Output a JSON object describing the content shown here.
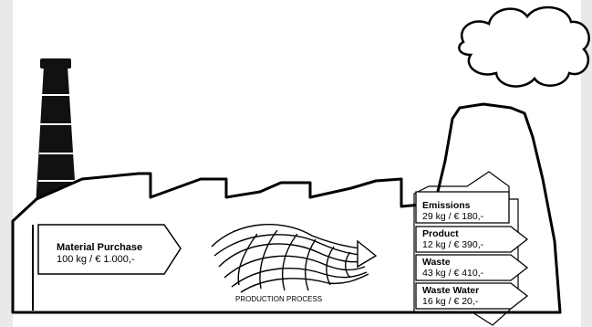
{
  "input": {
    "title": "Material Purchase",
    "value": "100 kg / € 1.000,-"
  },
  "process_label": "PRODUCTION PROCESS",
  "outputs": [
    {
      "title": "Emissions",
      "value": "29 kg / € 180,-"
    },
    {
      "title": "Product",
      "value": "12 kg / € 390,-"
    },
    {
      "title": "Waste",
      "value": "43 kg / € 410,-"
    },
    {
      "title": "Waste Water",
      "value": "16 kg / € 20,-"
    }
  ]
}
